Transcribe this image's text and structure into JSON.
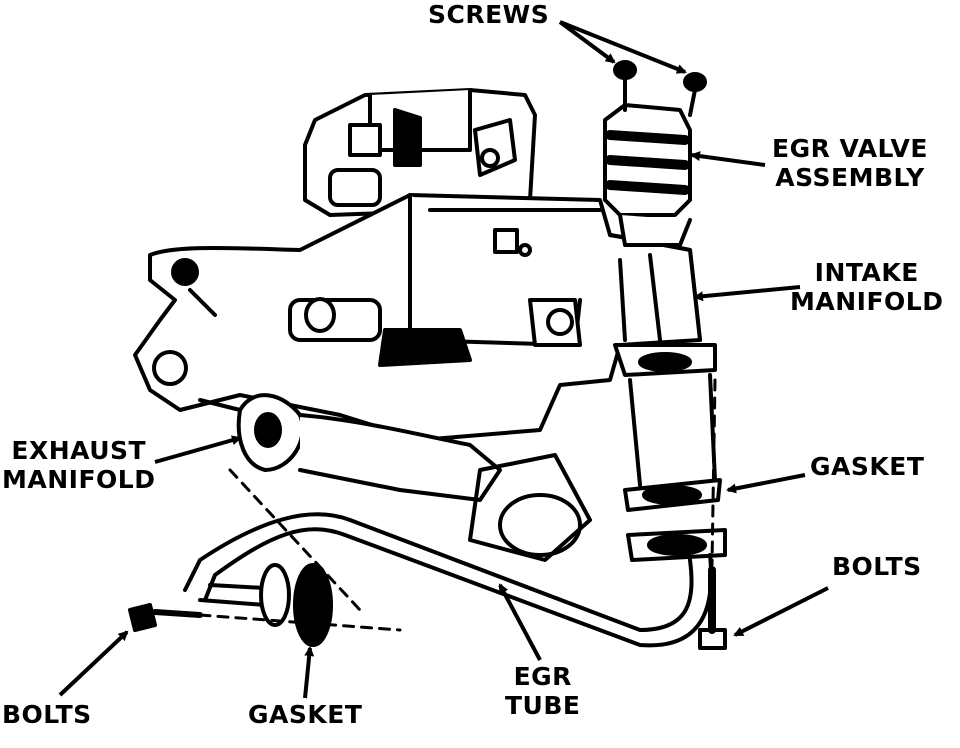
{
  "labels": {
    "screws": "SCREWS",
    "egr_valve_line1": "EGR VALVE",
    "egr_valve_line2": "ASSEMBLY",
    "intake_line1": "INTAKE",
    "intake_line2": "MANIFOLD",
    "gasket_right": "GASKET",
    "bolts_right": "BOLTS",
    "exhaust_line1": "EXHAUST",
    "exhaust_line2": "MANIFOLD",
    "bolts_left": "BOLTS",
    "gasket_left": "GASKET",
    "egr_tube_line1": "EGR",
    "egr_tube_line2": "TUBE"
  }
}
